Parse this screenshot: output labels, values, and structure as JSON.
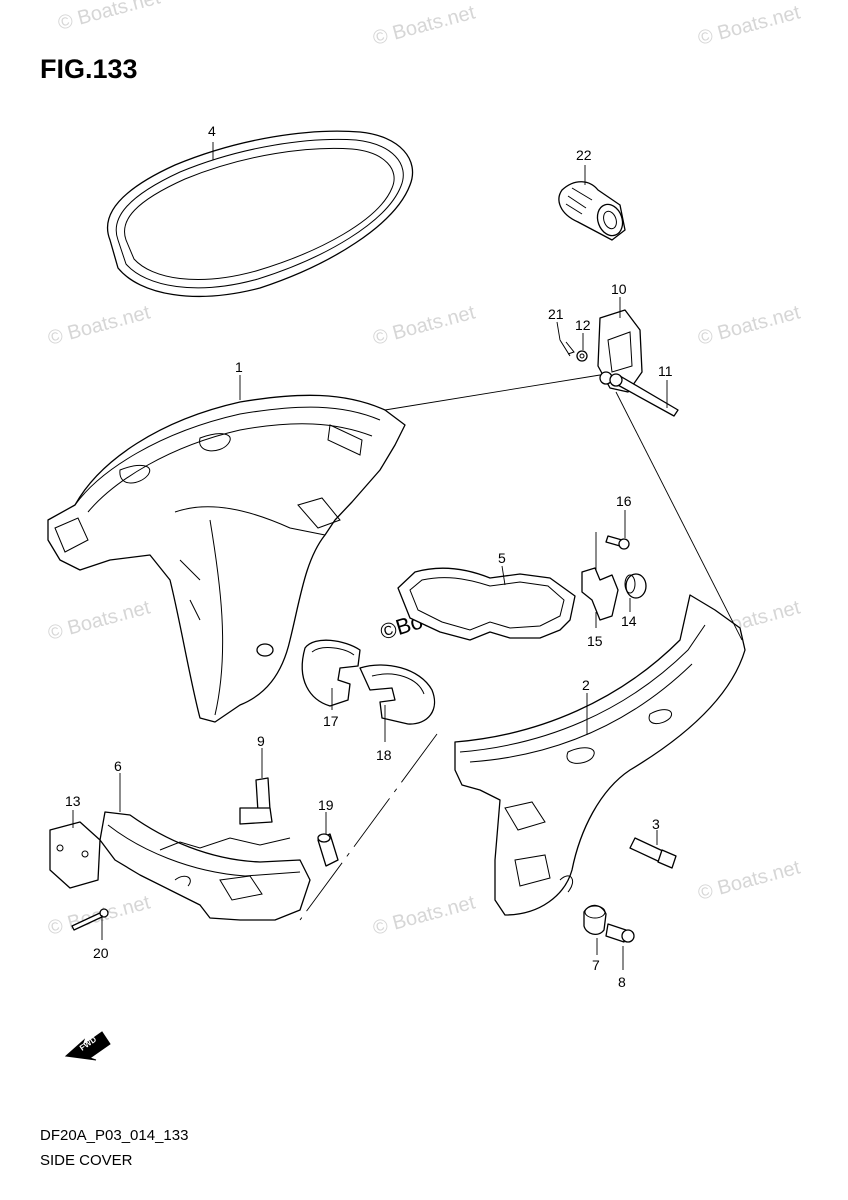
{
  "figure": {
    "title": "FIG.133",
    "diagram_code": "DF20A_P03_014_133",
    "section_name": "SIDE COVER"
  },
  "watermark": {
    "text": "© Boats.net",
    "center_text": "©Boats.net"
  },
  "direction_arrow": {
    "label": "FWD"
  },
  "callouts": {
    "p1": "1",
    "p2": "2",
    "p3": "3",
    "p4": "4",
    "p5": "5",
    "p6": "6",
    "p7": "7",
    "p8": "8",
    "p9": "9",
    "p10": "10",
    "p11": "11",
    "p12": "12",
    "p13": "13",
    "p14": "14",
    "p15": "15",
    "p16": "16",
    "p17": "17",
    "p18": "18",
    "p19": "19",
    "p20": "20",
    "p21": "21",
    "p22": "22"
  }
}
